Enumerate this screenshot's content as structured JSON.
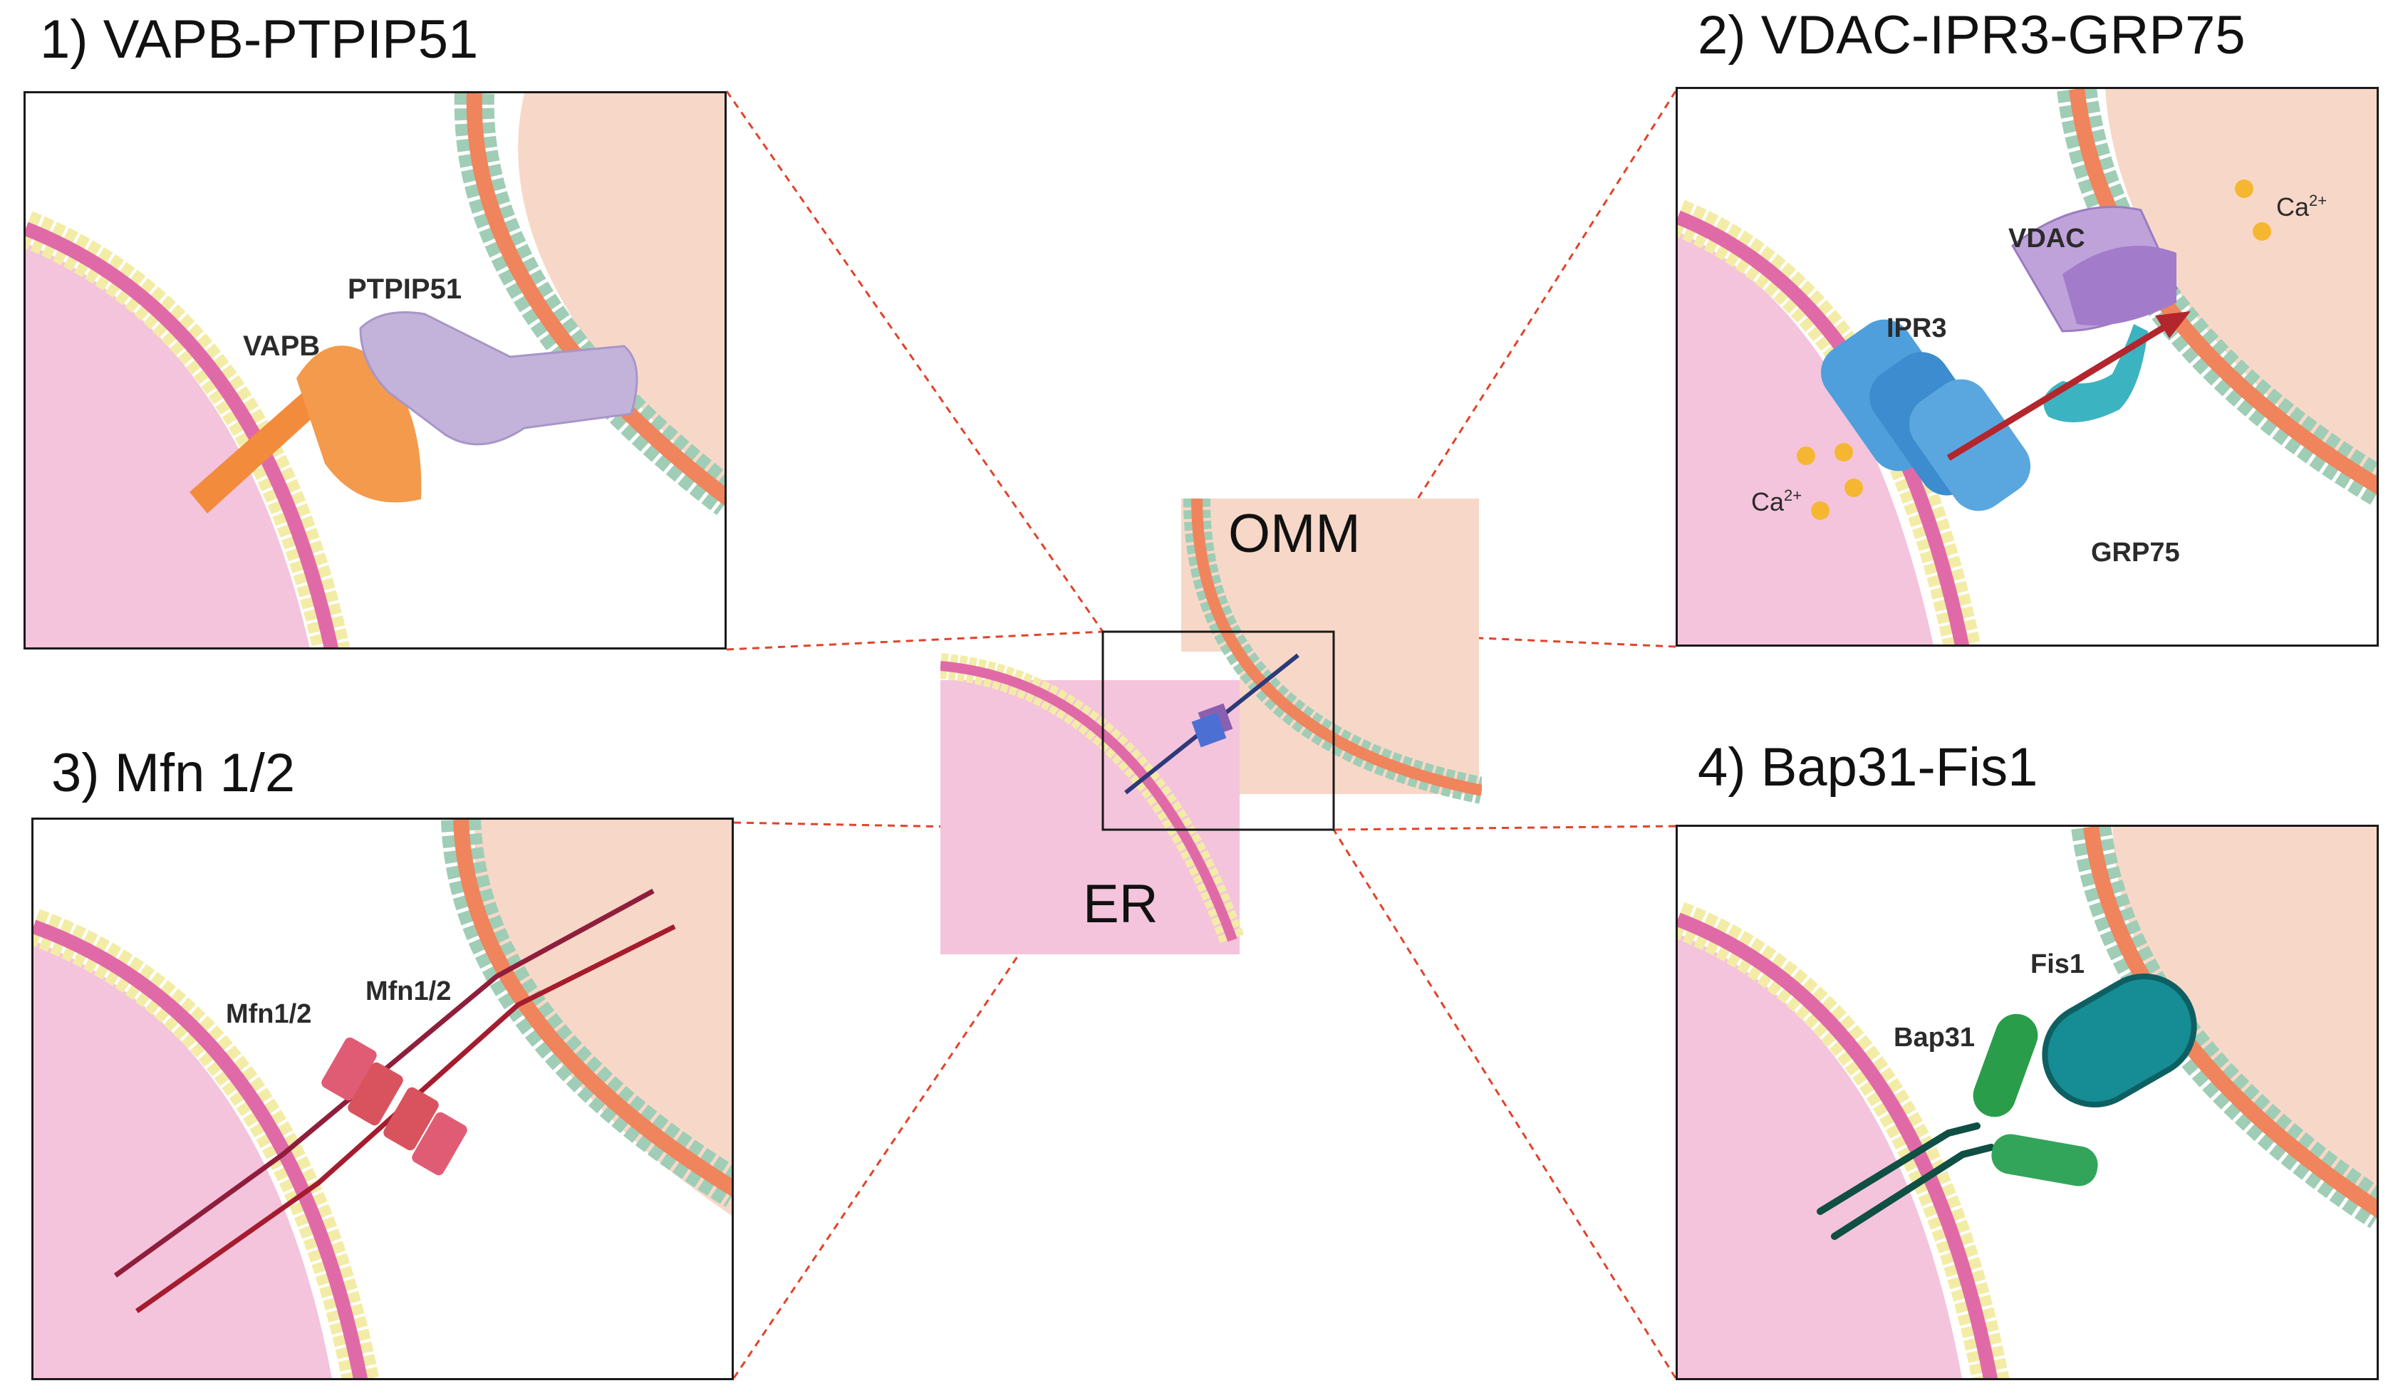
{
  "panels": [
    {
      "title": "1) VAPB-PTPIP51",
      "labels": {
        "vapb": "VAPB",
        "ptpip51": "PTPIP51"
      }
    },
    {
      "title": "2) VDAC-IPR3-GRP75",
      "labels": {
        "vdac": "VDAC",
        "ipr3": "IPR3",
        "grp75": "GRP75",
        "ca_left": "Ca",
        "ca_right": "Ca",
        "ca_sup": "2+"
      }
    },
    {
      "title": "3) Mfn 1/2",
      "labels": {
        "mfn_left": "Mfn1/2",
        "mfn_right": "Mfn1/2"
      }
    },
    {
      "title": "4) Bap31-Fis1",
      "labels": {
        "bap31": "Bap31",
        "fis1": "Fis1"
      }
    }
  ],
  "center": {
    "omm": "OMM",
    "er": "ER"
  },
  "colors": {
    "er_fill": "#f4c4dc",
    "mito_fill": "#f7d8c8",
    "er_head": "#f3eca6",
    "mito_head": "#9fcdb6",
    "er_tail": "#e06aa8",
    "mito_tail": "#f0845c",
    "connector": "#e0432b"
  }
}
